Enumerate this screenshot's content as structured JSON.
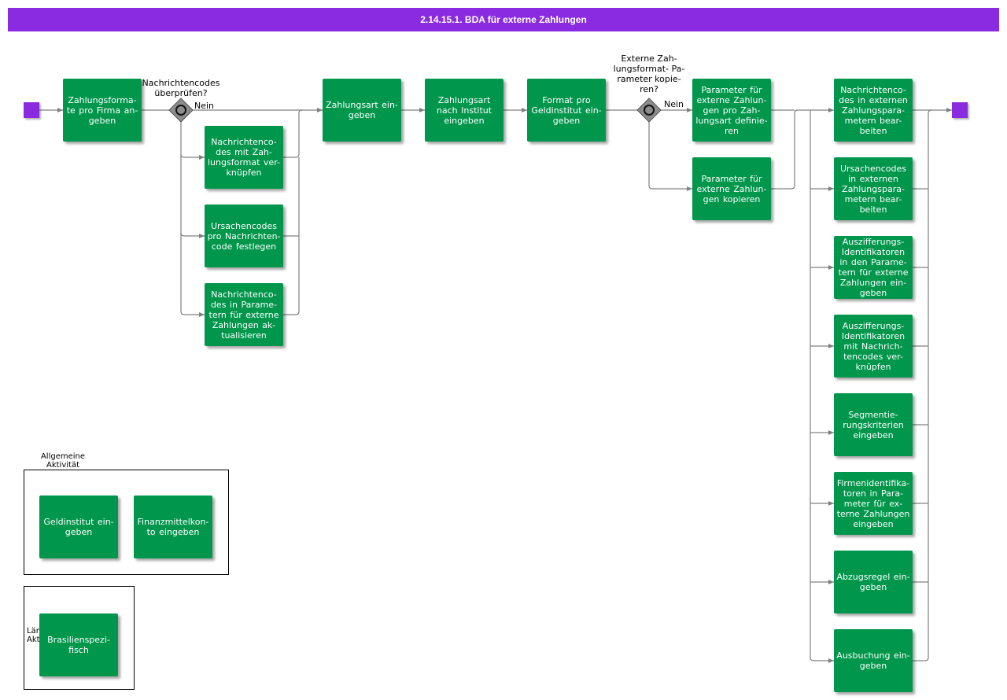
{
  "title": "2.14.15.1. BDA für externe Zahlungen",
  "colors": {
    "title_bar": "#8a2be2",
    "activity": "#00964b",
    "event": "#8a2be2",
    "gateway": "#8c8c8c",
    "connector": "#808080"
  },
  "gateways": {
    "g1_label": "Nachrichtencodes\nüberprüfen?",
    "g1_no": "Nein",
    "g2_label": "Externe Zah-\nlungsformat- Pa-\nrameter kopie-\nren?",
    "g2_no": "Nein"
  },
  "activities": {
    "a1": "Zahlungsforma-\nte pro Firma an-\ngeben",
    "a2": "Nachrichtenco-\ndes mit Zah-\nlungsformat ver-\nknüpfen",
    "a3": "Ursachencodes\npro Nachrichten-\ncode festlegen",
    "a4": "Nachrichtenco-\ndes in Parame-\ntern für externe\nZahlungen ak-\ntualisieren",
    "a5": "Zahlungsart ein-\ngeben",
    "a6": "Zahlungsart\nnach Institut\neingeben",
    "a7": "Format pro\nGeldinstitut ein-\ngeben",
    "a8": "Parameter für\nexterne Zahlun-\ngen pro Zah-\nlungsart definie-\nren",
    "a9": "Parameter für\nexterne Zahlun-\ngen kopieren",
    "b1": "Nachrichtenco-\ndes in externen\nZahlungspara-\nmetern bear-\nbeiten",
    "b2": "Ursachencodes\nin externen\nZahlungspara-\nmetern bear-\nbeiten",
    "b3": "Ausziffe­rungs-\nIdentifikatoren\nin den Parame-\ntern für externe\nZahlungen ein-\ngeben",
    "b4": "Ausziffe­rungs-\nIdentifikatoren\nmit Nachrich-\ntencodes ver-\nknüpfen",
    "b5": "Segmentie-\nrungskriterien\neingeben",
    "b6": "Firmenidentifika-\ntoren in Para-\nmeter für ex-\nterne Zahlungen\neingeben",
    "b7": "Abzugsregel ein-\ngeben",
    "b8": "Ausbuchung ein-\ngeben"
  },
  "legend": {
    "general_title": "Allgemeine\nAktivität",
    "general_items": [
      "Geldinstitut ein-\ngeben",
      "Finanzmittelkon-\nto eingeben"
    ],
    "country_title": "Län\nAkt",
    "country_items": [
      "Brasilienspezi-\nfisch"
    ]
  }
}
